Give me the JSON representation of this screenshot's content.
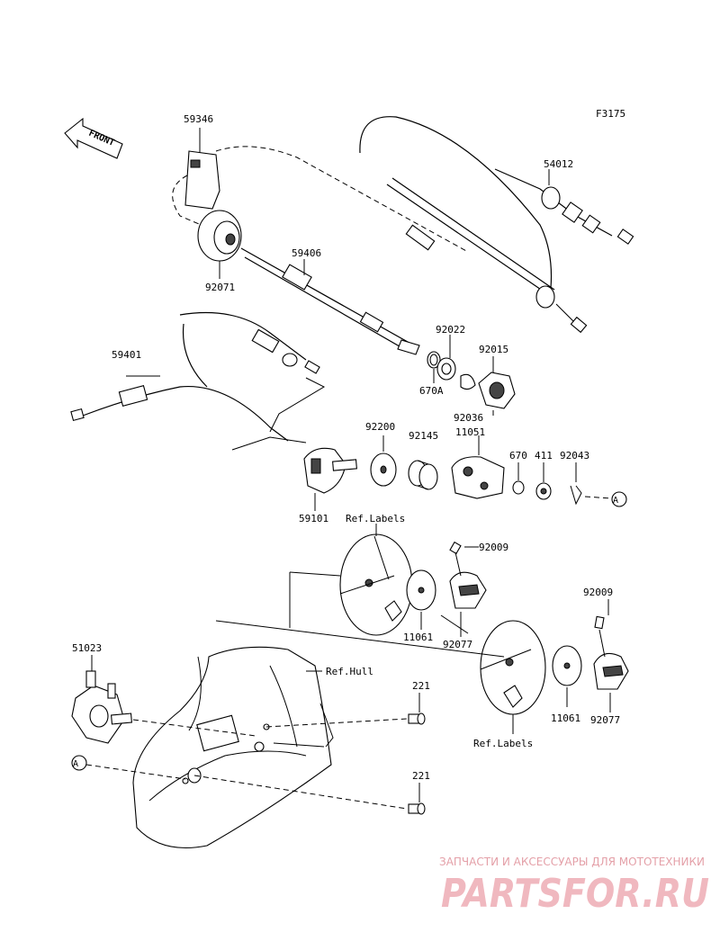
{
  "diagram_id": "F3175",
  "front_label": "FRONT",
  "labels": {
    "p59346": "59346",
    "p54012": "54012",
    "p59406": "59406",
    "p92071": "92071",
    "p59401": "59401",
    "p92022": "92022",
    "p92015": "92015",
    "p670A": "670A",
    "p92036": "92036",
    "p92200": "92200",
    "p92145": "92145",
    "p11051": "11051",
    "p670": "670",
    "p411": "411",
    "p92043": "92043",
    "p59101": "59101",
    "ref_labels_1": "Ref.Labels",
    "p92009_1": "92009",
    "p92009_2": "92009",
    "p11061_1": "11061",
    "p92077_1": "92077",
    "p11061_2": "11061",
    "p92077_2": "92077",
    "ref_labels_2": "Ref.Labels",
    "p51023": "51023",
    "ref_hull": "Ref.Hull",
    "p221_1": "221",
    "p221_2": "221",
    "callout_a_right": "A",
    "callout_a_left": "A"
  },
  "watermark": {
    "line1": "ЗАПЧАСТИ И АКСЕССУАРЫ ДЛЯ МОТОТЕХНИКИ",
    "line2": "PARTSFOR.RU",
    "color": "#e4a0a8"
  }
}
